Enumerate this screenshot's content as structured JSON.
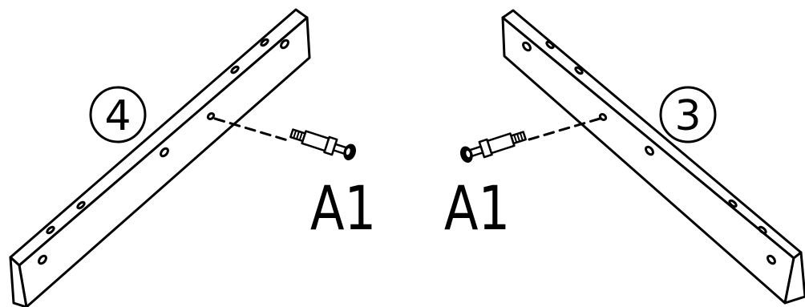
{
  "parts": {
    "left_board": {
      "number": "4"
    },
    "right_board": {
      "number": "3"
    }
  },
  "fasteners": {
    "left": {
      "label": "A1"
    },
    "right": {
      "label": "A1"
    }
  }
}
